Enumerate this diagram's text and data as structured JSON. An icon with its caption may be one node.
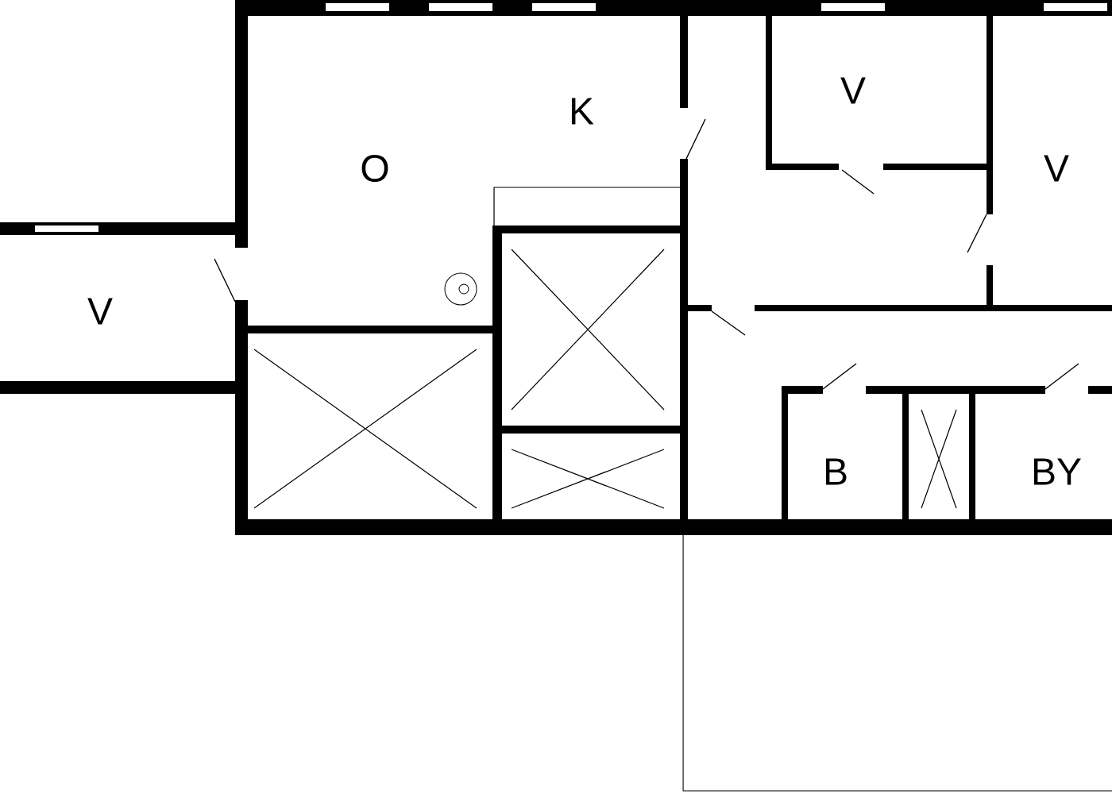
{
  "diagram": {
    "labels": [
      "V",
      "K",
      "O",
      "V",
      "V",
      "B",
      "BY"
    ]
  }
}
